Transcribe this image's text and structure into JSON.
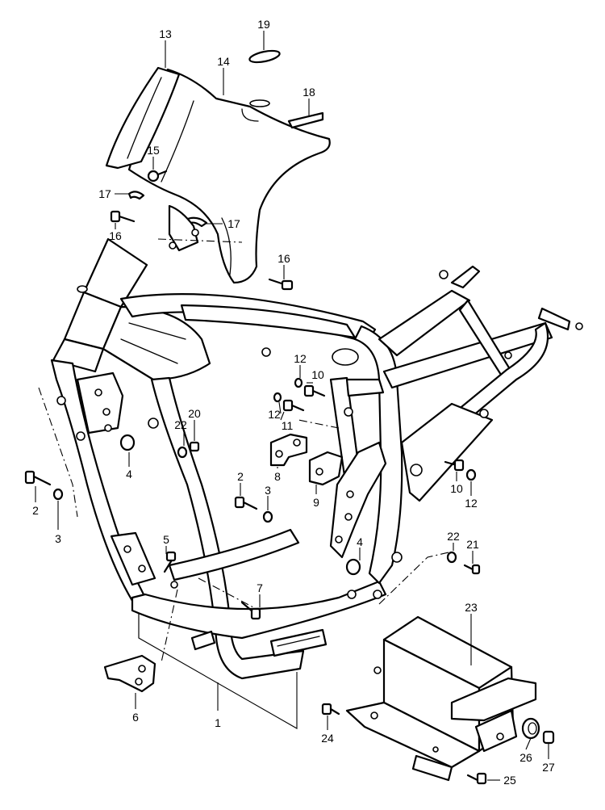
{
  "diagram": {
    "callouts": [
      {
        "id": "c1",
        "label": "1"
      },
      {
        "id": "c2a",
        "label": "2"
      },
      {
        "id": "c2b",
        "label": "2"
      },
      {
        "id": "c3a",
        "label": "3"
      },
      {
        "id": "c3b",
        "label": "3"
      },
      {
        "id": "c4a",
        "label": "4"
      },
      {
        "id": "c4b",
        "label": "4"
      },
      {
        "id": "c5",
        "label": "5"
      },
      {
        "id": "c6",
        "label": "6"
      },
      {
        "id": "c7",
        "label": "7"
      },
      {
        "id": "c8",
        "label": "8"
      },
      {
        "id": "c9",
        "label": "9"
      },
      {
        "id": "c10a",
        "label": "10"
      },
      {
        "id": "c10b",
        "label": "10"
      },
      {
        "id": "c11",
        "label": "11"
      },
      {
        "id": "c12a",
        "label": "12"
      },
      {
        "id": "c12b",
        "label": "12"
      },
      {
        "id": "c12c",
        "label": "12"
      },
      {
        "id": "c13",
        "label": "13"
      },
      {
        "id": "c14",
        "label": "14"
      },
      {
        "id": "c15",
        "label": "15"
      },
      {
        "id": "c16a",
        "label": "16"
      },
      {
        "id": "c16b",
        "label": "16"
      },
      {
        "id": "c17a",
        "label": "17"
      },
      {
        "id": "c17b",
        "label": "17"
      },
      {
        "id": "c18",
        "label": "18"
      },
      {
        "id": "c19",
        "label": "19"
      },
      {
        "id": "c20",
        "label": "20"
      },
      {
        "id": "c21",
        "label": "21"
      },
      {
        "id": "c22a",
        "label": "22"
      },
      {
        "id": "c22b",
        "label": "22"
      },
      {
        "id": "c23",
        "label": "23"
      },
      {
        "id": "c24",
        "label": "24"
      },
      {
        "id": "c25",
        "label": "25"
      },
      {
        "id": "c26",
        "label": "26"
      },
      {
        "id": "c27",
        "label": "27"
      }
    ]
  }
}
